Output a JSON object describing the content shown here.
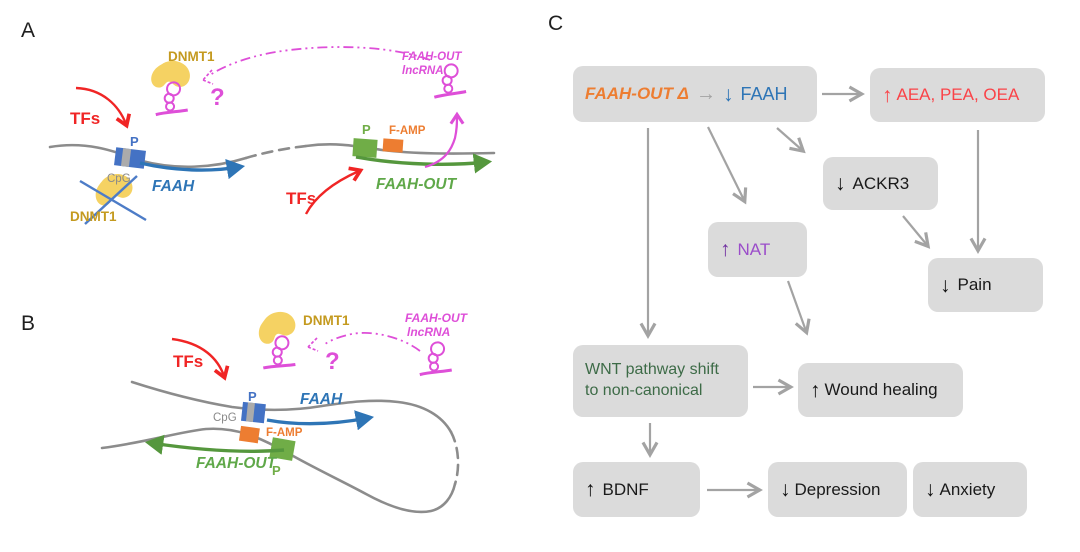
{
  "figure": {
    "panel_a": {
      "label": "A",
      "dnmt1_top": "DNMT1",
      "dnmt1_crossed": "DNMT1",
      "tfs_left": "TFs",
      "tfs_right": "TFs",
      "promoter_faah": "P",
      "cpg": "CpG",
      "faah_gene": "FAAH",
      "promoter_faah_out": "P",
      "f_amp": "F-AMP",
      "faah_out_gene": "FAAH-OUT",
      "lncrna_line1": "FAAH-OUT",
      "lncrna_line2": "lncRNA",
      "question_mark": "?"
    },
    "panel_b": {
      "label": "B",
      "dnmt1": "DNMT1",
      "tfs": "TFs",
      "promoter_faah": "P",
      "cpg": "CpG",
      "faah_gene": "FAAH",
      "promoter_faah_out": "P",
      "f_amp": "F-AMP",
      "faah_out_gene": "FAAH-OUT",
      "lncrna_line1": "FAAH-OUT",
      "lncrna_line2": "lncRNA",
      "question_mark": "?"
    },
    "panel_c": {
      "label": "C",
      "main_box": {
        "gene": "FAAH-OUT Δ",
        "arrow_right": "→",
        "arrow_down": "↓",
        "protein": "FAAH"
      },
      "aea_box": {
        "arrow": "↑",
        "text": "AEA, PEA, OEA"
      },
      "ackr3_box": {
        "arrow": "↓",
        "text": "ACKR3"
      },
      "nat_box": {
        "arrow": "↑",
        "text": "NAT"
      },
      "pain_box": {
        "arrow": "↓",
        "text": "Pain"
      },
      "wnt_box": {
        "line1": "WNT pathway shift",
        "line2": "to non-canonical"
      },
      "wound_box": {
        "arrow": "↑",
        "text": "Wound healing"
      },
      "bdnf_box": {
        "arrow": "↑",
        "text": "BDNF"
      },
      "depression_box": {
        "arrow": "↓",
        "text": "Depression"
      },
      "anxiety_box": {
        "arrow": "↓",
        "text": "Anxiety"
      }
    },
    "colors": {
      "red": "#F02525",
      "blue_gene_box": "#4472C4",
      "blue_text": "#2E75B6",
      "green_box": "#70AD47",
      "green_arrow": "#55973D",
      "green_text": "#5FA849",
      "orange": "#ED7D31",
      "magenta": "#DE4FD8",
      "gold": "#C49A1F",
      "yellow_blob": "#F5D263",
      "gray_dna": "#8C8C8C",
      "gray_box_bg": "#DBDBDB",
      "gray_arrow": "#A3A3A3",
      "aea_red": "#FA4348",
      "nat_purple": "#9B4DCA",
      "wnt_green": "#3D6B47"
    }
  }
}
